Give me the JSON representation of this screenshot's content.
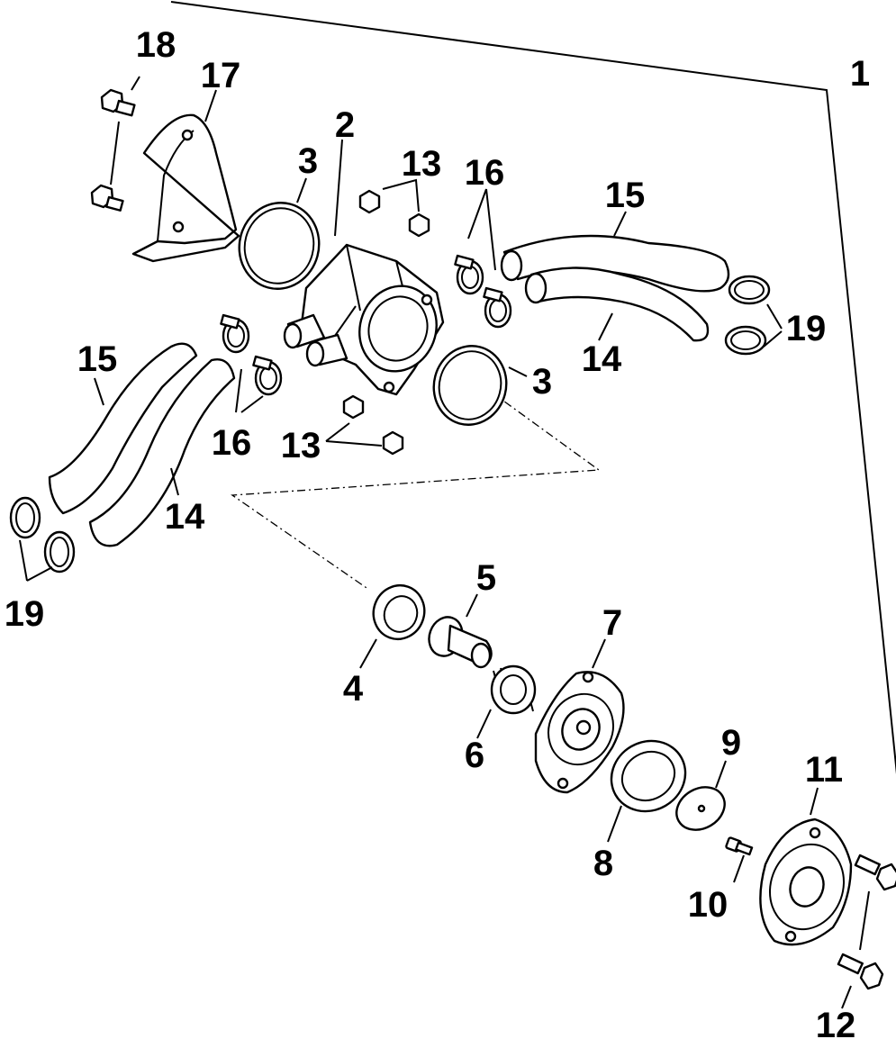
{
  "callouts": {
    "c1": "1",
    "c2": "2",
    "c3a": "3",
    "c3b": "3",
    "c4": "4",
    "c5": "5",
    "c6": "6",
    "c7": "7",
    "c8": "8",
    "c9": "9",
    "c10": "10",
    "c11": "11",
    "c12": "12",
    "c13a": "13",
    "c13b": "13",
    "c14a": "14",
    "c14b": "14",
    "c15a": "15",
    "c15b": "15",
    "c16a": "16",
    "c16b": "16",
    "c17": "17",
    "c18": "18",
    "c19a": "19",
    "c19b": "19"
  }
}
